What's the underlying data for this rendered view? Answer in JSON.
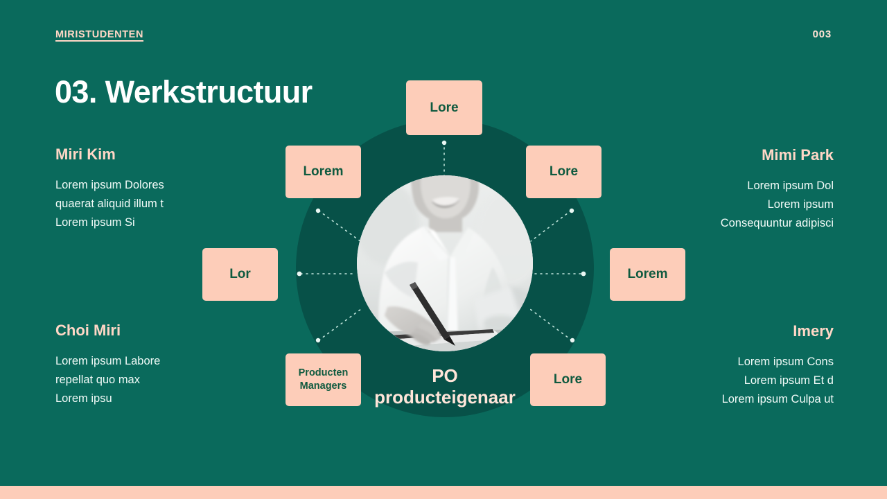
{
  "header": {
    "brand": "MIRISTUDENTEN",
    "page_number": "003",
    "title": "03. Werkstructuur"
  },
  "colors": {
    "background_teal": "#0a6a5c",
    "circle_teal": "#075148",
    "peach": "#fdcdb9",
    "accent_text": "#ffd7c6",
    "box_text_green": "#0f5a3f",
    "body_text": "#f2fbf8"
  },
  "side_blocks": [
    {
      "id": "miri-kim",
      "name": "Miri Kim",
      "lines": [
        "Lorem ipsum Dolores",
        "quaerat aliquid illum t",
        "Lorem ipsum Si"
      ]
    },
    {
      "id": "mimi-park",
      "name": "Mimi Park",
      "lines": [
        "Lorem ipsum Dol",
        "Lorem ipsum",
        "Consequuntur adipisci"
      ]
    },
    {
      "id": "choi-miri",
      "name": "Choi Miri",
      "lines": [
        "Lorem ipsum Labore",
        "repellat quo max",
        "Lorem ipsu"
      ]
    },
    {
      "id": "imery",
      "name": "Imery",
      "lines": [
        "Lorem ipsum Cons",
        "Lorem ipsum Et d",
        "Lorem ipsum Culpa ut"
      ]
    }
  ],
  "diagram": {
    "center_caption_line1": "PO",
    "center_caption_line2": "producteigenaar",
    "center_photo_alt": "person-writing-photo",
    "nodes": [
      {
        "id": "top",
        "label": "Lore"
      },
      {
        "id": "upper-left",
        "label": "Lorem"
      },
      {
        "id": "upper-right",
        "label": "Lore"
      },
      {
        "id": "left",
        "label": "Lor"
      },
      {
        "id": "right",
        "label": "Lorem"
      },
      {
        "id": "lower-left",
        "label_line1": "Producten",
        "label_line2": "Managers"
      },
      {
        "id": "lower-right",
        "label": "Lore"
      }
    ]
  }
}
